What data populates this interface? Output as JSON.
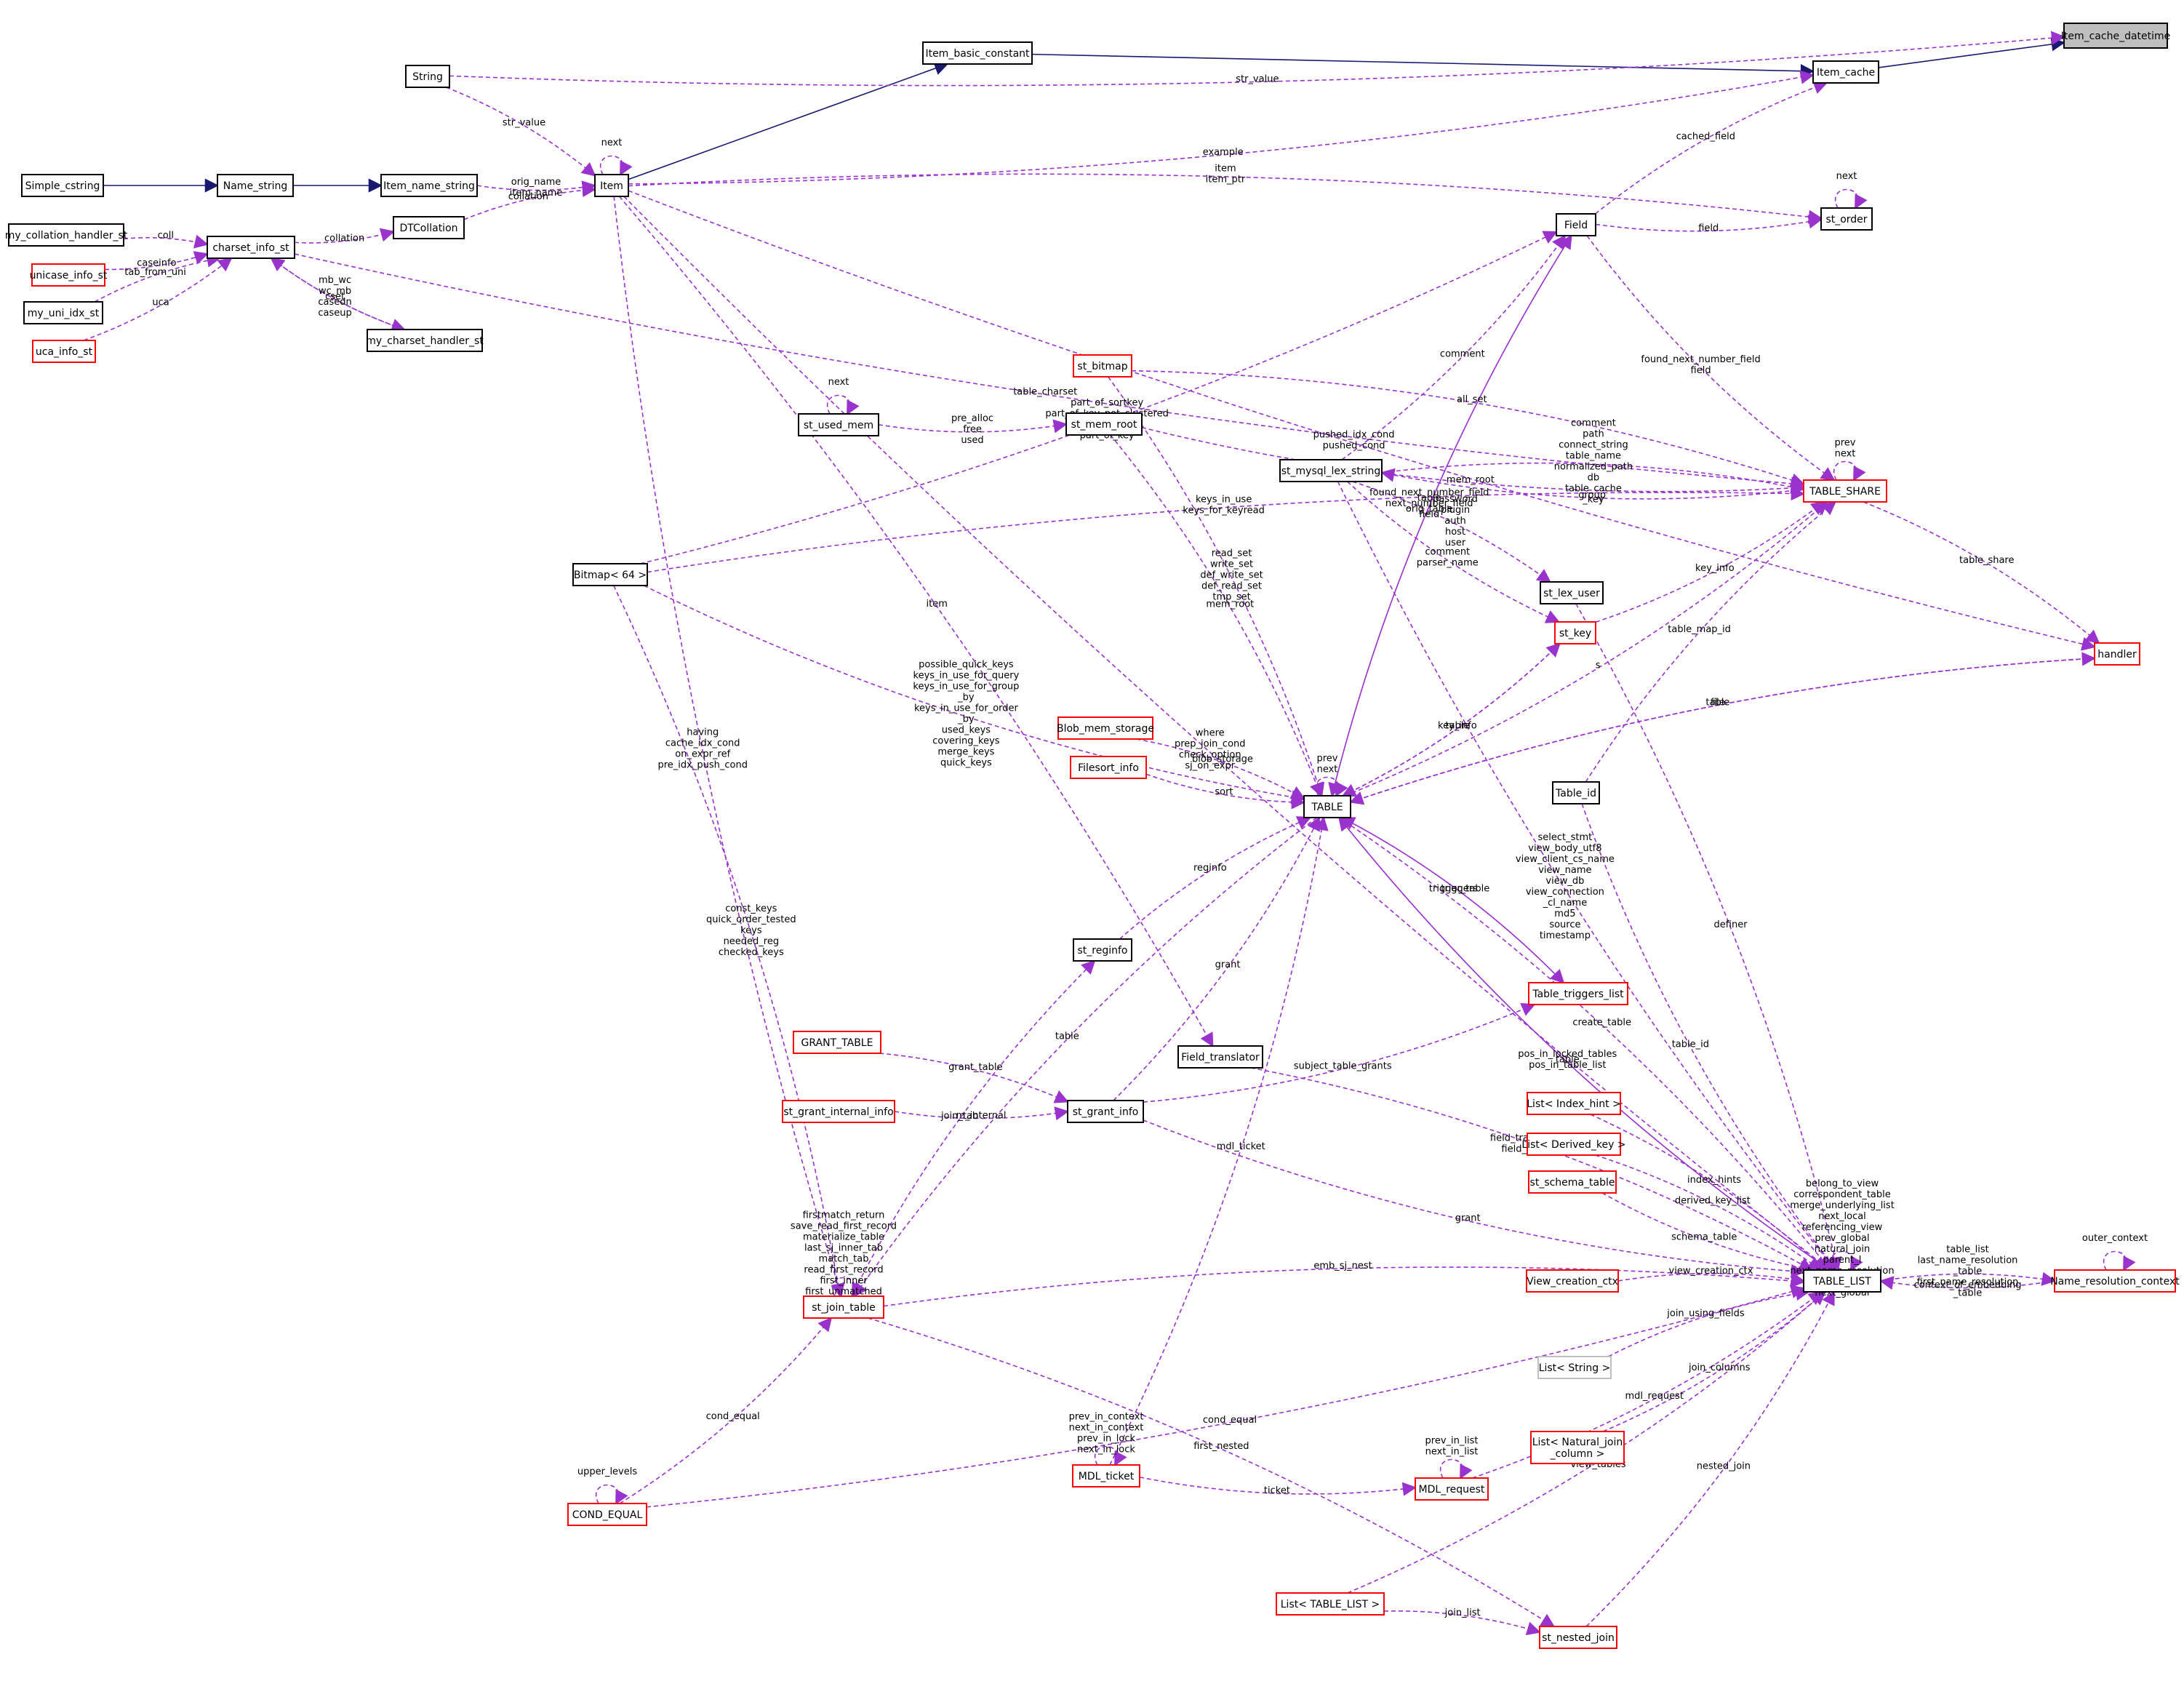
{
  "colors": {
    "normal_border": "#000000",
    "missing_border": "#ff0000",
    "external_border": "#bfbfbf",
    "highlight_fill": "#bfbfbf",
    "inherit_edge": "#191970",
    "usage_edge": "#9a32cd"
  },
  "nodes": [
    {
      "id": "Item_cache_datetime",
      "label": "Item_cache_datetime",
      "kind": "highlight"
    },
    {
      "id": "Item_cache",
      "label": "Item_cache",
      "kind": "normal"
    },
    {
      "id": "Item_basic_constant",
      "label": "Item_basic_constant",
      "kind": "normal"
    },
    {
      "id": "String",
      "label": "String",
      "kind": "normal"
    },
    {
      "id": "Item",
      "label": "Item",
      "kind": "normal"
    },
    {
      "id": "Simple_cstring",
      "label": "Simple_cstring",
      "kind": "normal"
    },
    {
      "id": "Name_string",
      "label": "Name_string",
      "kind": "normal"
    },
    {
      "id": "Item_name_string",
      "label": "Item_name_string",
      "kind": "normal"
    },
    {
      "id": "DTCollation",
      "label": "DTCollation",
      "kind": "normal"
    },
    {
      "id": "my_collation_handler_st",
      "label": "my_collation_handler_st",
      "kind": "normal"
    },
    {
      "id": "charset_info_st",
      "label": "charset_info_st",
      "kind": "normal"
    },
    {
      "id": "unicase_info_st",
      "label": "unicase_info_st",
      "kind": "missing"
    },
    {
      "id": "my_uni_idx_st",
      "label": "my_uni_idx_st",
      "kind": "normal"
    },
    {
      "id": "uca_info_st",
      "label": "uca_info_st",
      "kind": "missing"
    },
    {
      "id": "my_charset_handler_st",
      "label": "my_charset_handler_st",
      "kind": "normal"
    },
    {
      "id": "Field",
      "label": "Field",
      "kind": "normal"
    },
    {
      "id": "st_order",
      "label": "st_order",
      "kind": "normal"
    },
    {
      "id": "st_bitmap",
      "label": "st_bitmap",
      "kind": "missing"
    },
    {
      "id": "st_used_mem",
      "label": "st_used_mem",
      "kind": "normal"
    },
    {
      "id": "st_mem_root",
      "label": "st_mem_root",
      "kind": "normal"
    },
    {
      "id": "st_mysql_lex_string",
      "label": "st_mysql_lex_string",
      "kind": "normal"
    },
    {
      "id": "TABLE_SHARE",
      "label": "TABLE_SHARE",
      "kind": "missing"
    },
    {
      "id": "Bitmap64",
      "label": "Bitmap< 64 >",
      "kind": "normal"
    },
    {
      "id": "st_lex_user",
      "label": "st_lex_user",
      "kind": "normal"
    },
    {
      "id": "st_key",
      "label": "st_key",
      "kind": "missing"
    },
    {
      "id": "handler",
      "label": "handler",
      "kind": "missing"
    },
    {
      "id": "Blob_mem_storage",
      "label": "Blob_mem_storage",
      "kind": "missing"
    },
    {
      "id": "Filesort_info",
      "label": "Filesort_info",
      "kind": "missing"
    },
    {
      "id": "TABLE",
      "label": "TABLE",
      "kind": "normal"
    },
    {
      "id": "Table_id",
      "label": "Table_id",
      "kind": "normal"
    },
    {
      "id": "st_reginfo",
      "label": "st_reginfo",
      "kind": "normal"
    },
    {
      "id": "Table_triggers_list",
      "label": "Table_triggers_list",
      "kind": "missing"
    },
    {
      "id": "GRANT_TABLE",
      "label": "GRANT_TABLE",
      "kind": "missing"
    },
    {
      "id": "Field_translator",
      "label": "Field_translator",
      "kind": "normal"
    },
    {
      "id": "st_grant_internal_info",
      "label": "st_grant_internal_info",
      "kind": "missing"
    },
    {
      "id": "st_grant_info",
      "label": "st_grant_info",
      "kind": "normal"
    },
    {
      "id": "List_Index_hint",
      "label": "List< Index_hint >",
      "kind": "missing"
    },
    {
      "id": "List_Derived_key",
      "label": "List< Derived_key >",
      "kind": "missing"
    },
    {
      "id": "st_schema_table",
      "label": "st_schema_table",
      "kind": "missing"
    },
    {
      "id": "st_join_table",
      "label": "st_join_table",
      "kind": "missing"
    },
    {
      "id": "View_creation_ctx",
      "label": "View_creation_ctx",
      "kind": "missing"
    },
    {
      "id": "TABLE_LIST",
      "label": "TABLE_LIST",
      "kind": "normal"
    },
    {
      "id": "Name_resolution_context",
      "label": "Name_resolution_context",
      "kind": "missing"
    },
    {
      "id": "List_String",
      "label": "List< String >",
      "kind": "external"
    },
    {
      "id": "List_Natural_join_column",
      "label": "List< Natural_join\n_column >",
      "kind": "missing"
    },
    {
      "id": "MDL_ticket",
      "label": "MDL_ticket",
      "kind": "missing"
    },
    {
      "id": "MDL_request",
      "label": "MDL_request",
      "kind": "missing"
    },
    {
      "id": "COND_EQUAL",
      "label": "COND_EQUAL",
      "kind": "missing"
    },
    {
      "id": "List_TABLE_LIST",
      "label": "List< TABLE_LIST >",
      "kind": "missing"
    },
    {
      "id": "st_nested_join",
      "label": "st_nested_join",
      "kind": "missing"
    }
  ],
  "edges": [
    {
      "from": "Item_cache",
      "to": "Item_cache_datetime",
      "kind": "inherit",
      "label": ""
    },
    {
      "from": "Item_basic_constant",
      "to": "Item_cache",
      "kind": "inherit",
      "label": ""
    },
    {
      "from": "Item",
      "to": "Item_basic_constant",
      "kind": "inherit",
      "label": ""
    },
    {
      "from": "Simple_cstring",
      "to": "Name_string",
      "kind": "inherit",
      "label": ""
    },
    {
      "from": "Name_string",
      "to": "Item_name_string",
      "kind": "inherit",
      "label": ""
    },
    {
      "from": "String",
      "to": "Item_cache_datetime",
      "kind": "usage",
      "label": "str_value"
    },
    {
      "from": "String",
      "to": "Item",
      "kind": "usage",
      "label": "str_value"
    },
    {
      "from": "Item",
      "to": "Item_cache",
      "kind": "usage",
      "label": "example"
    },
    {
      "from": "Item",
      "to": "Item",
      "kind": "usage",
      "label": "next"
    },
    {
      "from": "Item_name_string",
      "to": "Item",
      "kind": "usage",
      "label": "orig_name\nitem_name"
    },
    {
      "from": "DTCollation",
      "to": "Item",
      "kind": "usage",
      "label": "collation"
    },
    {
      "from": "charset_info_st",
      "to": "DTCollation",
      "kind": "usage",
      "label": "collation"
    },
    {
      "from": "my_collation_handler_st",
      "to": "charset_info_st",
      "kind": "usage",
      "label": "coll"
    },
    {
      "from": "unicase_info_st",
      "to": "charset_info_st",
      "kind": "usage",
      "label": "caseinfo"
    },
    {
      "from": "my_uni_idx_st",
      "to": "charset_info_st",
      "kind": "usage",
      "label": "tab_from_uni"
    },
    {
      "from": "uca_info_st",
      "to": "charset_info_st",
      "kind": "usage",
      "label": "uca"
    },
    {
      "from": "my_charset_handler_st",
      "to": "charset_info_st",
      "kind": "usage",
      "label": "cset"
    },
    {
      "from": "charset_info_st",
      "to": "my_charset_handler_st",
      "kind": "usage",
      "label": "mb_wc\nwc_mb\ncasedn\ncaseup"
    },
    {
      "from": "Field",
      "to": "Item_cache",
      "kind": "usage",
      "label": "cached_field"
    },
    {
      "from": "Item",
      "to": "handler",
      "kind": "usage",
      "label": "pushed_idx_cond\npushed_cond"
    },
    {
      "from": "Item",
      "to": "st_order",
      "kind": "usage",
      "label": "item\nitem_ptr"
    },
    {
      "from": "Field",
      "to": "st_order",
      "kind": "usage",
      "label": "field"
    },
    {
      "from": "st_order",
      "to": "st_order",
      "kind": "usage",
      "label": "next"
    },
    {
      "from": "Bitmap64",
      "to": "Field",
      "kind": "usage",
      "label": "part_of_sortkey\npart_of_key_not_clustered\nkey_start\npart_of_key"
    },
    {
      "from": "Bitmap64",
      "to": "TABLE_SHARE",
      "kind": "usage",
      "label": "keys_in_use\nkeys_for_keyread"
    },
    {
      "from": "Field",
      "to": "TABLE_SHARE",
      "kind": "usage",
      "label": "found_next_number_field\nfield"
    },
    {
      "from": "st_bitmap",
      "to": "TABLE_SHARE",
      "kind": "usage",
      "label": "all_set"
    },
    {
      "from": "st_mem_root",
      "to": "TABLE_SHARE",
      "kind": "usage",
      "label": "mem_root"
    },
    {
      "from": "st_mysql_lex_string",
      "to": "TABLE_SHARE",
      "kind": "usage",
      "label": "comment\npath\nconnect_string\ntable_name\nnormalized_path\ndb\ntable_cache\n_key"
    },
    {
      "from": "st_mysql_lex_string",
      "to": "Field",
      "kind": "usage",
      "label": "comment"
    },
    {
      "from": "st_used_mem",
      "to": "st_used_mem",
      "kind": "usage",
      "label": "next"
    },
    {
      "from": "st_used_mem",
      "to": "st_mem_root",
      "kind": "usage",
      "label": "pre_alloc\nfree\nused"
    },
    {
      "from": "st_bitmap",
      "to": "TABLE",
      "kind": "usage",
      "label": "read_set\nwrite_set\ndef_write_set\ndef_read_set\ntmp_set"
    },
    {
      "from": "TABLE_SHARE",
      "to": "TABLE_SHARE",
      "kind": "usage",
      "label": "prev\nnext"
    },
    {
      "from": "TABLE_SHARE",
      "to": "st_mysql_lex_string",
      "kind": "usage",
      "label": "group"
    },
    {
      "from": "charset_info_st",
      "to": "TABLE_SHARE",
      "kind": "usage",
      "label": "table_charset"
    },
    {
      "from": "st_mysql_lex_string",
      "to": "st_lex_user",
      "kind": "usage",
      "label": "password\nplugin\nauth\nhost\nuser"
    },
    {
      "from": "st_key",
      "to": "TABLE_SHARE",
      "kind": "usage",
      "label": "key_info"
    },
    {
      "from": "TABLE_SHARE",
      "to": "handler",
      "kind": "usage",
      "label": "table_share"
    },
    {
      "from": "st_mysql_lex_string",
      "to": "st_key",
      "kind": "usage",
      "label": "comment\nparser_name"
    },
    {
      "from": "st_mem_root",
      "to": "TABLE",
      "kind": "usage",
      "label": "mem_root"
    },
    {
      "from": "Field",
      "to": "TABLE",
      "kind": "usage",
      "label": "table\norig_table"
    },
    {
      "from": "TABLE",
      "to": "Field",
      "kind": "usage",
      "label": "found_next_number_field\nnext_number_field\nfield"
    },
    {
      "from": "Bitmap64",
      "to": "TABLE",
      "kind": "usage",
      "label": "possible_quick_keys\nkeys_in_use_for_query\nkeys_in_use_for_group\n_by\nkeys_in_use_for_order\n_by\nused_keys\ncovering_keys\nmerge_keys\nquick_keys"
    },
    {
      "from": "st_key",
      "to": "TABLE",
      "kind": "usage",
      "label": "table"
    },
    {
      "from": "TABLE",
      "to": "TABLE_SHARE",
      "kind": "usage",
      "label": "s"
    },
    {
      "from": "TABLE",
      "to": "handler",
      "kind": "usage",
      "label": "table"
    },
    {
      "from": "handler",
      "to": "TABLE",
      "kind": "usage",
      "label": "file"
    },
    {
      "from": "Table_id",
      "to": "TABLE_SHARE",
      "kind": "usage",
      "label": "table_map_id"
    },
    {
      "from": "TABLE",
      "to": "st_key",
      "kind": "usage",
      "label": "key_info"
    },
    {
      "from": "Blob_mem_storage",
      "to": "TABLE",
      "kind": "usage",
      "label": "blob_storage"
    },
    {
      "from": "Filesort_info",
      "to": "TABLE",
      "kind": "usage",
      "label": "sort"
    },
    {
      "from": "TABLE",
      "to": "TABLE",
      "kind": "usage",
      "label": "prev\nnext"
    },
    {
      "from": "TABLE",
      "to": "st_join_table",
      "kind": "usage",
      "label": "table"
    },
    {
      "from": "Item",
      "to": "Field_translator",
      "kind": "usage",
      "label": "item"
    },
    {
      "from": "Item",
      "to": "TABLE_LIST",
      "kind": "usage",
      "label": "where\nprep_join_cond\ncheck_option\nsj_on_expr"
    },
    {
      "from": "st_reginfo",
      "to": "TABLE",
      "kind": "usage",
      "label": "reginfo"
    },
    {
      "from": "st_grant_info",
      "to": "TABLE",
      "kind": "usage",
      "label": "grant"
    },
    {
      "from": "TABLE",
      "to": "Table_triggers_list",
      "kind": "usage",
      "label": "trigger_table"
    },
    {
      "from": "Table_triggers_list",
      "to": "TABLE",
      "kind": "usage",
      "label": "triggers"
    },
    {
      "from": "TABLE",
      "to": "TABLE_LIST",
      "kind": "usage",
      "label": "create_table"
    },
    {
      "from": "st_mysql_lex_string",
      "to": "TABLE_LIST",
      "kind": "usage",
      "label": "select_stmt\nview_body_utf8\nview_client_cs_name\nview_name\nview_db\nview_connection\n_cl_name\nmd5\nsource\ntimestamp"
    },
    {
      "from": "st_lex_user",
      "to": "TABLE_LIST",
      "kind": "usage",
      "label": "definer"
    },
    {
      "from": "Table_id",
      "to": "TABLE_LIST",
      "kind": "usage",
      "label": "table_id"
    },
    {
      "from": "GRANT_TABLE",
      "to": "st_grant_info",
      "kind": "usage",
      "label": "grant_table"
    },
    {
      "from": "st_grant_internal_info",
      "to": "st_grant_info",
      "kind": "usage",
      "label": "m_internal"
    },
    {
      "from": "st_join_table",
      "to": "st_reginfo",
      "kind": "usage",
      "label": "join_tab"
    },
    {
      "from": "st_grant_info",
      "to": "Table_triggers_list",
      "kind": "usage",
      "label": "subject_table_grants"
    },
    {
      "from": "Field_translator",
      "to": "TABLE_LIST",
      "kind": "usage",
      "label": "field_translation_end\nfield_translation"
    },
    {
      "from": "MDL_ticket",
      "to": "TABLE",
      "kind": "usage",
      "label": "mdl_ticket"
    },
    {
      "from": "List_Index_hint",
      "to": "TABLE_LIST",
      "kind": "usage",
      "label": "index_hints"
    },
    {
      "from": "TABLE_LIST",
      "to": "TABLE_LIST",
      "kind": "usage",
      "label": "belong_to_view\ncorrespondent_table\nmerge_underlying_list\nnext_local\nreferencing_view\nprev_global\nnatural_join\nparent_l\nnext_name_resolution\n_table\nnext_global"
    },
    {
      "from": "List_Derived_key",
      "to": "TABLE_LIST",
      "kind": "usage",
      "label": "derived_key_list"
    },
    {
      "from": "st_schema_table",
      "to": "TABLE_LIST",
      "kind": "usage",
      "label": "schema_table"
    },
    {
      "from": "TABLE_LIST",
      "to": "TABLE",
      "kind": "usage",
      "label": "pos_in_locked_tables\npos_in_table_list"
    },
    {
      "from": "Item",
      "to": "st_join_table",
      "kind": "usage",
      "label": "having\ncache_idx_cond\non_expr_ref\npre_idx_push_cond"
    },
    {
      "from": "Bitmap64",
      "to": "st_join_table",
      "kind": "usage",
      "label": "const_keys\nquick_order_tested\nkeys\nneeded_reg\nchecked_keys"
    },
    {
      "from": "st_join_table",
      "to": "st_join_table",
      "kind": "usage",
      "label": "firstmatch_return\nsave_read_first_record\nmaterialize_table\nlast_sj_inner_tab\nmatch_tab\nread_first_record\nfirst_inner\nfirst_unmatched\nfirst_upper\nlast_inner"
    },
    {
      "from": "View_creation_ctx",
      "to": "TABLE_LIST",
      "kind": "usage",
      "label": "view_creation_ctx"
    },
    {
      "from": "TABLE",
      "to": "TABLE_LIST",
      "kind": "usage",
      "label": "table"
    },
    {
      "from": "Name_resolution_context",
      "to": "TABLE_LIST",
      "kind": "usage",
      "label": "context_of_embedding"
    },
    {
      "from": "Name_resolution_context",
      "to": "Name_resolution_context",
      "kind": "usage",
      "label": "outer_context"
    },
    {
      "from": "TABLE_LIST",
      "to": "Name_resolution_context",
      "kind": "usage",
      "label": "table_list\nlast_name_resolution\n_table\nfirst_name_resolution\n_table"
    },
    {
      "from": "st_grant_info",
      "to": "TABLE_LIST",
      "kind": "usage",
      "label": "grant"
    },
    {
      "from": "List_String",
      "to": "TABLE_LIST",
      "kind": "usage",
      "label": "join_using_fields"
    },
    {
      "from": "COND_EQUAL",
      "to": "st_join_table",
      "kind": "usage",
      "label": "cond_equal"
    },
    {
      "from": "COND_EQUAL",
      "to": "COND_EQUAL",
      "kind": "usage",
      "label": "upper_levels"
    },
    {
      "from": "List_Natural_join_column",
      "to": "TABLE_LIST",
      "kind": "usage",
      "label": "join_columns"
    },
    {
      "from": "MDL_ticket",
      "to": "MDL_ticket",
      "kind": "usage",
      "label": "prev_in_context\nnext_in_context\nprev_in_lock\nnext_in_lock"
    },
    {
      "from": "MDL_ticket",
      "to": "MDL_request",
      "kind": "usage",
      "label": "ticket"
    },
    {
      "from": "MDL_request",
      "to": "MDL_request",
      "kind": "usage",
      "label": "prev_in_list\nnext_in_list"
    },
    {
      "from": "MDL_request",
      "to": "TABLE_LIST",
      "kind": "usage",
      "label": "mdl_request"
    },
    {
      "from": "st_join_table",
      "to": "TABLE_LIST",
      "kind": "usage",
      "label": "emb_sj_nest"
    },
    {
      "from": "List_TABLE_LIST",
      "to": "TABLE_LIST",
      "kind": "usage",
      "label": "join_list\nview_tables"
    },
    {
      "from": "List_TABLE_LIST",
      "to": "st_nested_join",
      "kind": "usage",
      "label": "join_list"
    },
    {
      "from": "st_nested_join",
      "to": "TABLE_LIST",
      "kind": "usage",
      "label": "nested_join"
    },
    {
      "from": "st_join_table",
      "to": "st_nested_join",
      "kind": "usage",
      "label": "first_nested"
    },
    {
      "from": "COND_EQUAL",
      "to": "TABLE_LIST",
      "kind": "usage",
      "label": "cond_equal"
    }
  ]
}
